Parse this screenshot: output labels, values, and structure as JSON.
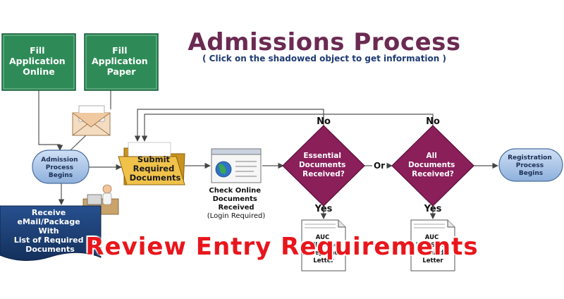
{
  "title": "Admissions Process",
  "subtitle": "( Click on the shadowed object to get information )",
  "nodes": {
    "fill_online": [
      "Fill",
      "Application",
      "Online"
    ],
    "fill_paper": [
      "Fill",
      "Application",
      "Paper"
    ],
    "admission_begins": [
      "Admission",
      "Process",
      "Begins"
    ],
    "receive_email": [
      "Receive",
      "eMail/Package",
      "With",
      "List of Required",
      "Documents"
    ],
    "submit_docs": [
      "Submit",
      "Required",
      "Documents"
    ],
    "check_online": [
      "Check Online",
      "Documents",
      "Received"
    ],
    "login_required": "(Login Required)",
    "essential_received": [
      "Essential",
      "Documents",
      "Received?"
    ],
    "all_received": [
      "All",
      "Documents",
      "Received?"
    ],
    "registration_begins": [
      "Registration",
      "Process",
      "Begins"
    ],
    "letter_left": [
      "AUC",
      "Will Send",
      "Acceptance",
      "Letter"
    ],
    "letter_right": [
      "AUC",
      "Will Send",
      "Denied",
      "Letter"
    ]
  },
  "edge_labels": {
    "no_left": "No",
    "no_right": "No",
    "yes_left": "Yes",
    "yes_right": "Yes",
    "or": "Or"
  },
  "overlay_text": "Review Entry Requirements",
  "colors": {
    "title": "#6b2a52",
    "subtitle": "#1f3b73",
    "green_box": "#2e8b57",
    "oval": "#a9c4e8",
    "navy_banner": "#1d3c6e",
    "folder": "#e8b93a",
    "diamond": "#8a1f5a",
    "overlay": "#e8161c"
  },
  "icons": [
    "envelope-icon",
    "person-at-computer-icon",
    "folder-icon",
    "globe-icon",
    "document-icon"
  ]
}
